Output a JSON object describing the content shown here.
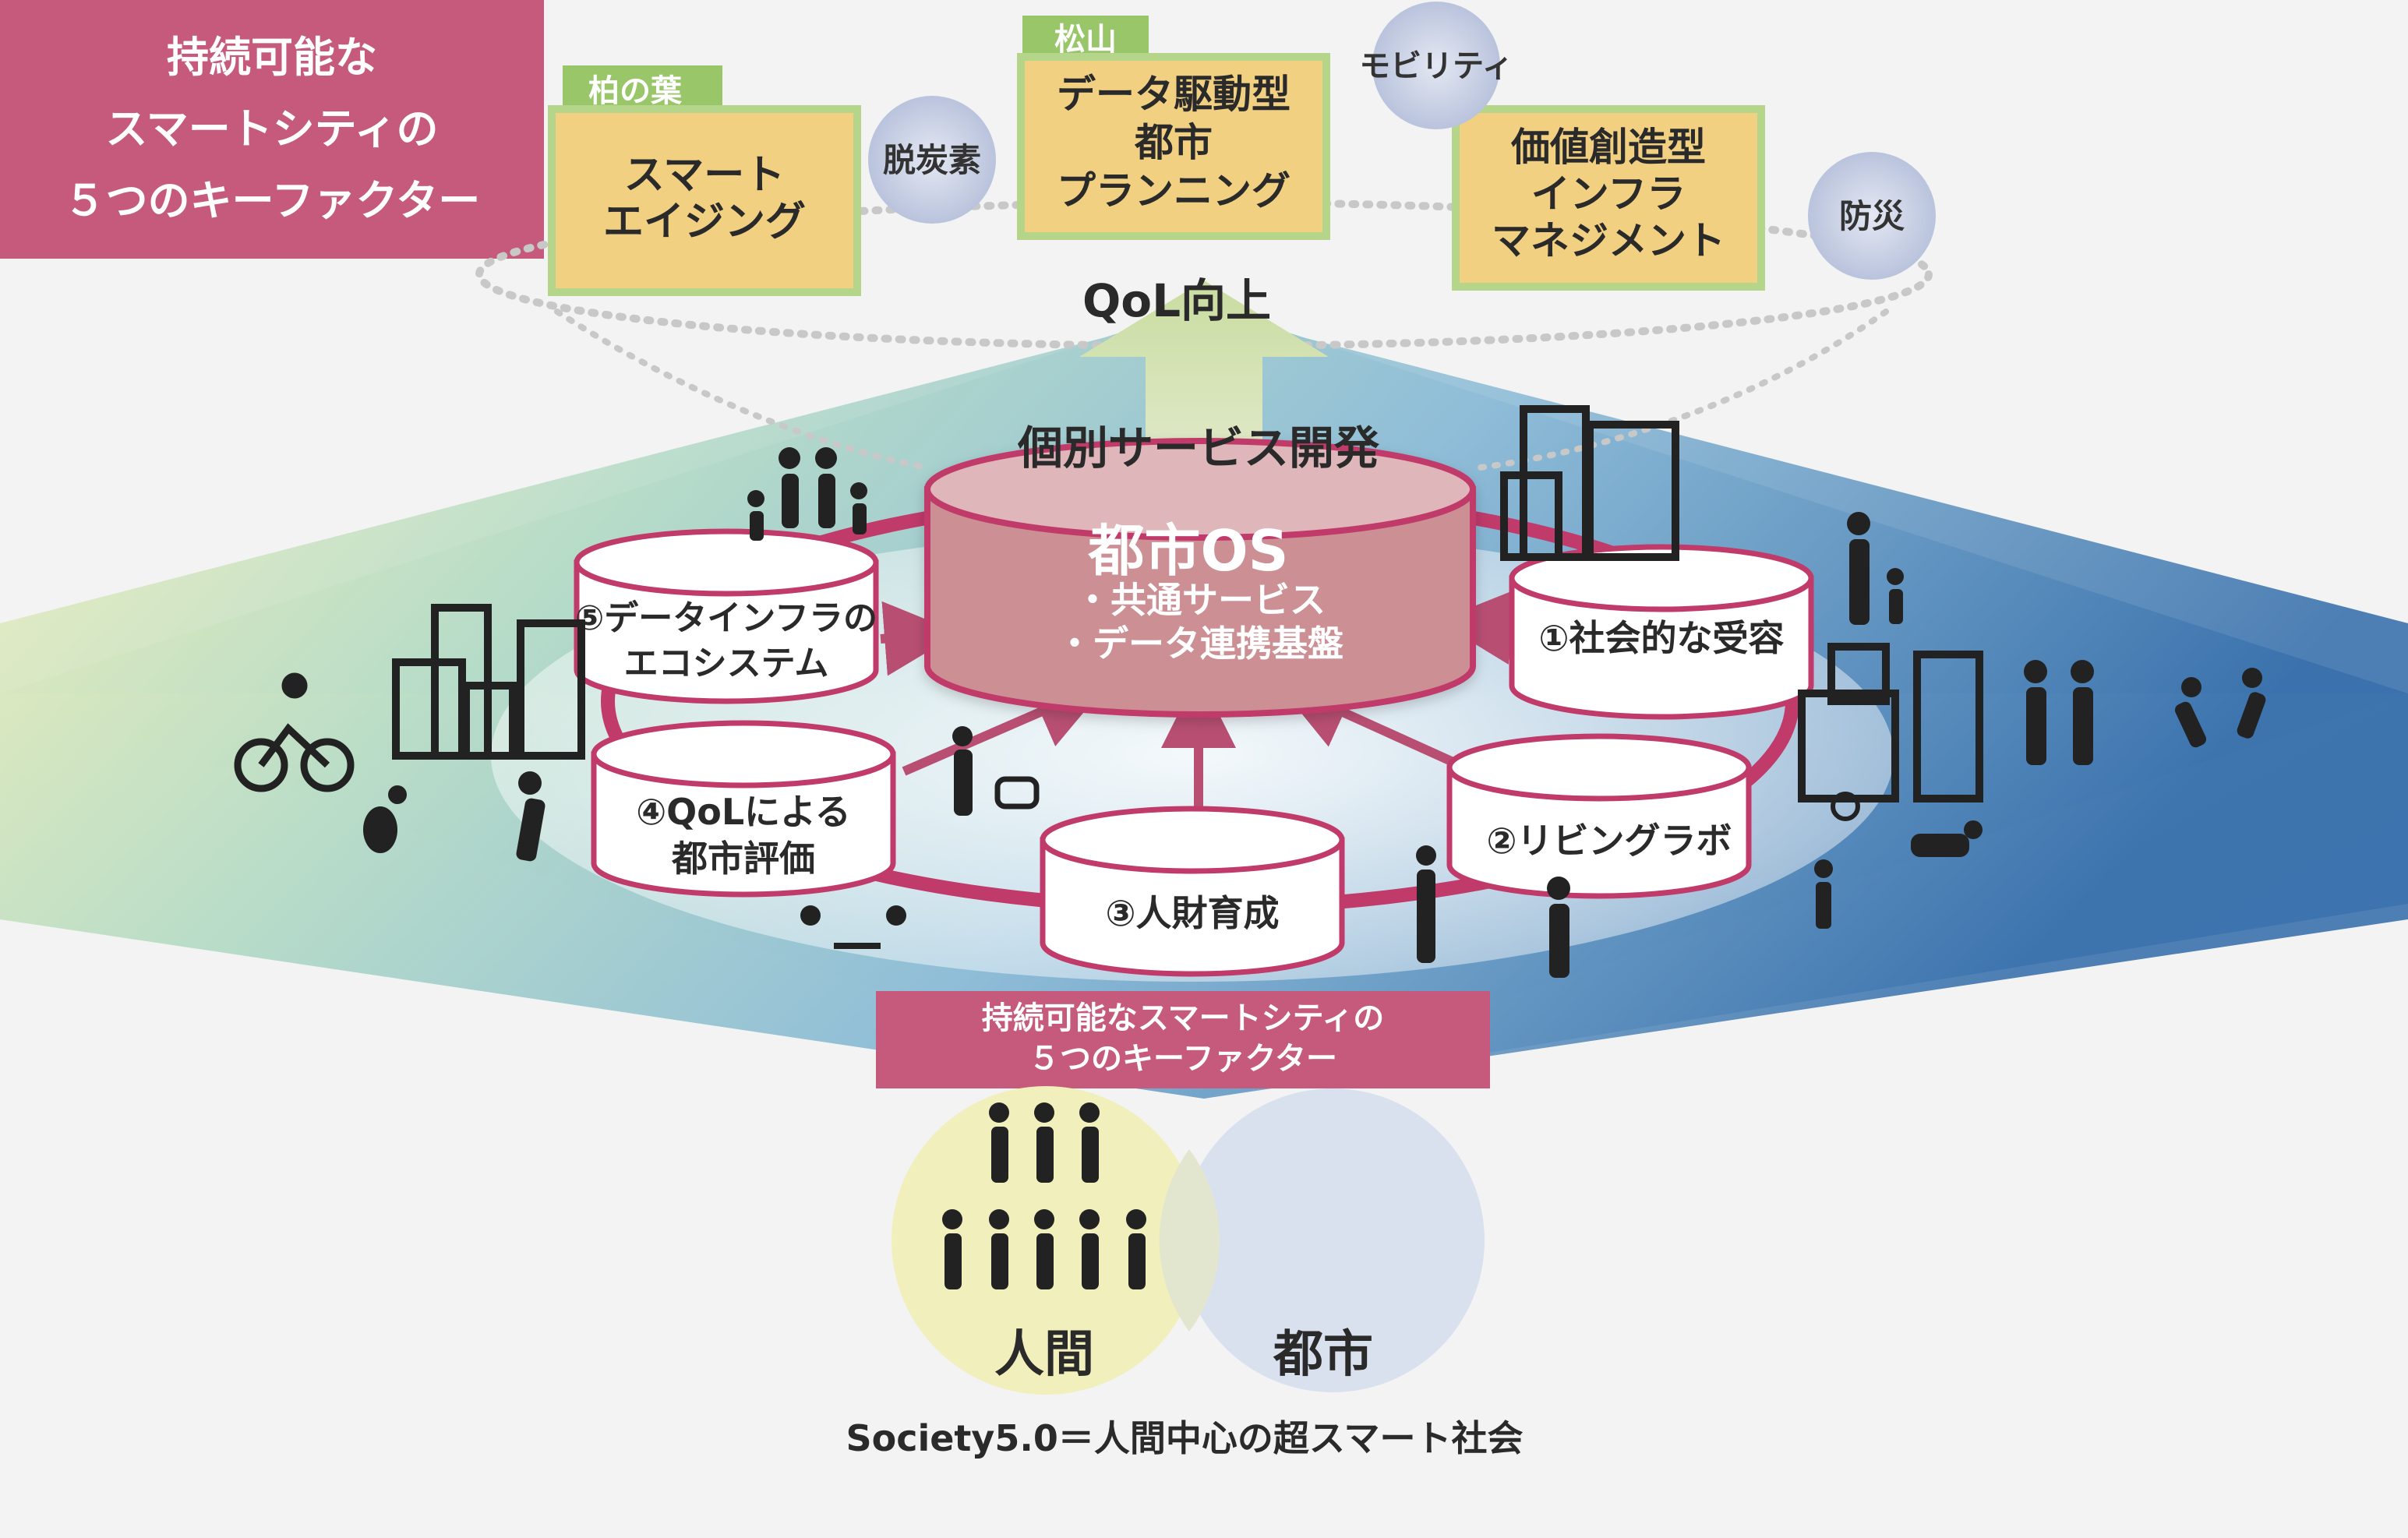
{
  "title": {
    "lines": [
      "持続可能な",
      "スマートシティの",
      "５つのキーファクター"
    ]
  },
  "cases": [
    {
      "tag": "柏の葉",
      "lines": [
        "スマート",
        "エイジング"
      ]
    },
    {
      "tag": "松山",
      "lines": [
        "データ駆動型",
        "都市",
        "プランニング"
      ]
    },
    {
      "tag": "",
      "lines": [
        "価値創造型",
        "インフラ",
        "マネジメント"
      ]
    }
  ],
  "themes": [
    "脱炭素",
    "モビリティ",
    "防災"
  ],
  "qol_label": "QoL向上",
  "service_label": "個別サービス開発",
  "city_os": {
    "title": "都市OS",
    "items": [
      "・共通サービス",
      "・データ連携基盤"
    ]
  },
  "factors": [
    {
      "id": "f1",
      "lines": [
        "①社会的な受容"
      ]
    },
    {
      "id": "f2",
      "lines": [
        "②リビングラボ"
      ]
    },
    {
      "id": "f3",
      "lines": [
        "③人財育成"
      ]
    },
    {
      "id": "f4",
      "lines": [
        "④QoLによる",
        "都市評価"
      ]
    },
    {
      "id": "f5",
      "lines": [
        "⑤データインフラの",
        "エコシステム"
      ]
    }
  ],
  "key_factor_banner": [
    "持続可能なスマートシティの",
    "５つのキーファクター"
  ],
  "venn": {
    "human": "人間",
    "city": "都市"
  },
  "footer": "Society5.0＝人間中心の超スマート社会",
  "colors": {
    "accent": "#c65a7c",
    "os_fill": "#cc8f94",
    "case_fill": "#f2d082",
    "case_border": "#b5d58a",
    "tag_fill": "#98c668",
    "theme_fill": "#ccd3e6",
    "venn_human": "#f1efbb",
    "venn_city": "#d9e1ef"
  }
}
